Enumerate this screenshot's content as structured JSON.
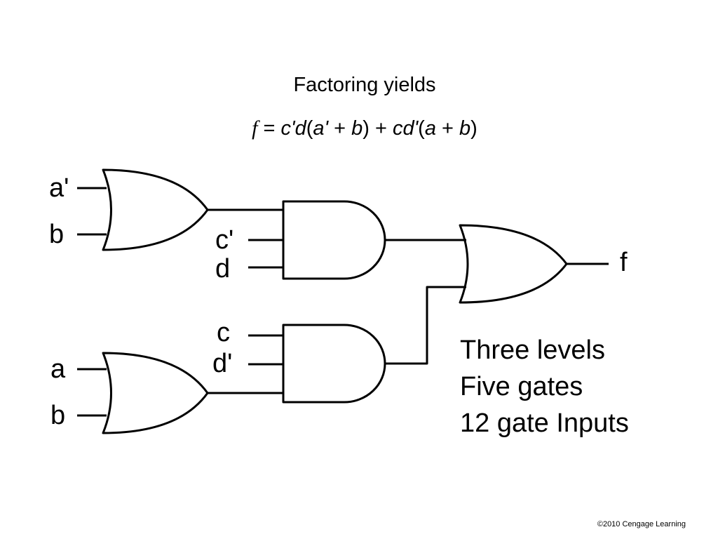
{
  "slide": {
    "title": "Factoring yields",
    "equation": {
      "function_symbol": "f",
      "parts": [
        {
          "text": " = ",
          "italic": false
        },
        {
          "text": "c'd",
          "italic": true
        },
        {
          "text": "(",
          "italic": false
        },
        {
          "text": "a'",
          "italic": true
        },
        {
          "text": " + ",
          "italic": false
        },
        {
          "text": "b",
          "italic": true
        },
        {
          "text": ") + ",
          "italic": false
        },
        {
          "text": "cd'",
          "italic": true
        },
        {
          "text": "(",
          "italic": false
        },
        {
          "text": "a",
          "italic": true
        },
        {
          "text": " + ",
          "italic": false
        },
        {
          "text": "b",
          "italic": true
        },
        {
          "text": ")",
          "italic": false
        }
      ]
    },
    "copyright": "©2010 Cengage Learning"
  },
  "circuit": {
    "inputs": {
      "or1_in1": "a'",
      "or1_in2": "b",
      "and1_in2": "c'",
      "and1_in3": "d",
      "and2_in1": "c",
      "and2_in2": "d'",
      "or2_in1": "a",
      "or2_in2": "b"
    },
    "output": "f",
    "gates": [
      {
        "id": "or1",
        "type": "OR",
        "inputs": [
          "a'",
          "b"
        ]
      },
      {
        "id": "or2",
        "type": "OR",
        "inputs": [
          "a",
          "b"
        ]
      },
      {
        "id": "and1",
        "type": "AND",
        "inputs": [
          "or1",
          "c'",
          "d"
        ]
      },
      {
        "id": "and2",
        "type": "AND",
        "inputs": [
          "c",
          "d'",
          "or2"
        ]
      },
      {
        "id": "or3",
        "type": "OR",
        "inputs": [
          "and1",
          "and2"
        ]
      }
    ]
  },
  "summary": {
    "levels": "Three levels",
    "gates": "Five gates",
    "inputs": "12 gate Inputs"
  }
}
